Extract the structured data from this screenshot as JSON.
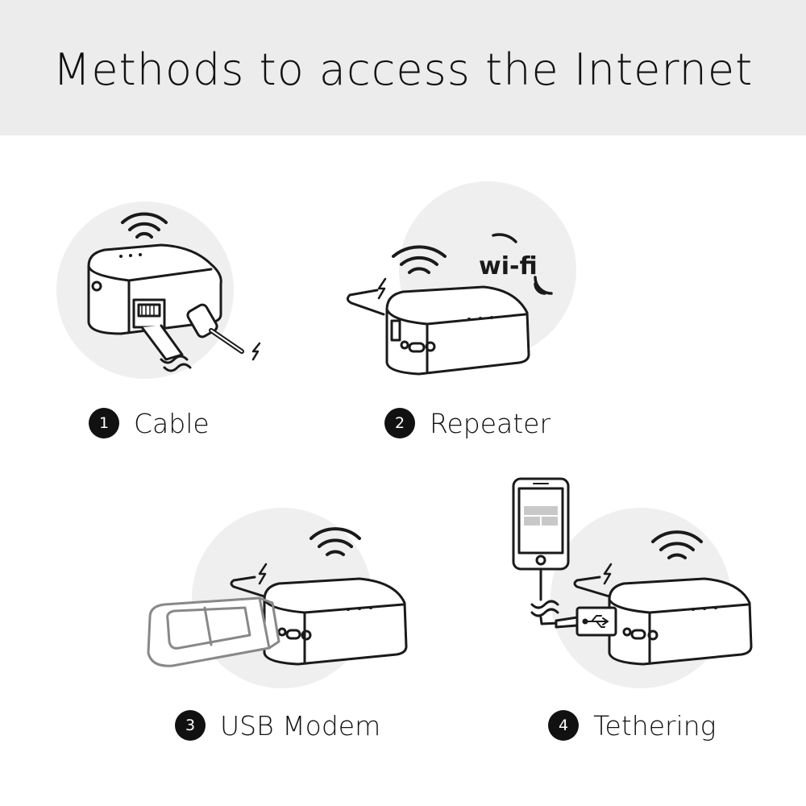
{
  "title": "Methods to access the Internet",
  "colors": {
    "header_bg": "#ececec",
    "circle_bg": "#efefef",
    "stroke": "#1a1a1a",
    "modem_stroke": "#888888"
  },
  "methods": [
    {
      "number": "1",
      "label": "Cable"
    },
    {
      "number": "2",
      "label": "Repeater"
    },
    {
      "number": "3",
      "label": "USB Modem"
    },
    {
      "number": "4",
      "label": "Tethering"
    }
  ],
  "wifi_logo": "wi-fi",
  "icons": [
    "wifi-signal-icon",
    "lightning-icon",
    "ethernet-plug-icon",
    "usb-symbol-icon",
    "smartphone-icon",
    "usb-modem-icon",
    "router-icon"
  ]
}
